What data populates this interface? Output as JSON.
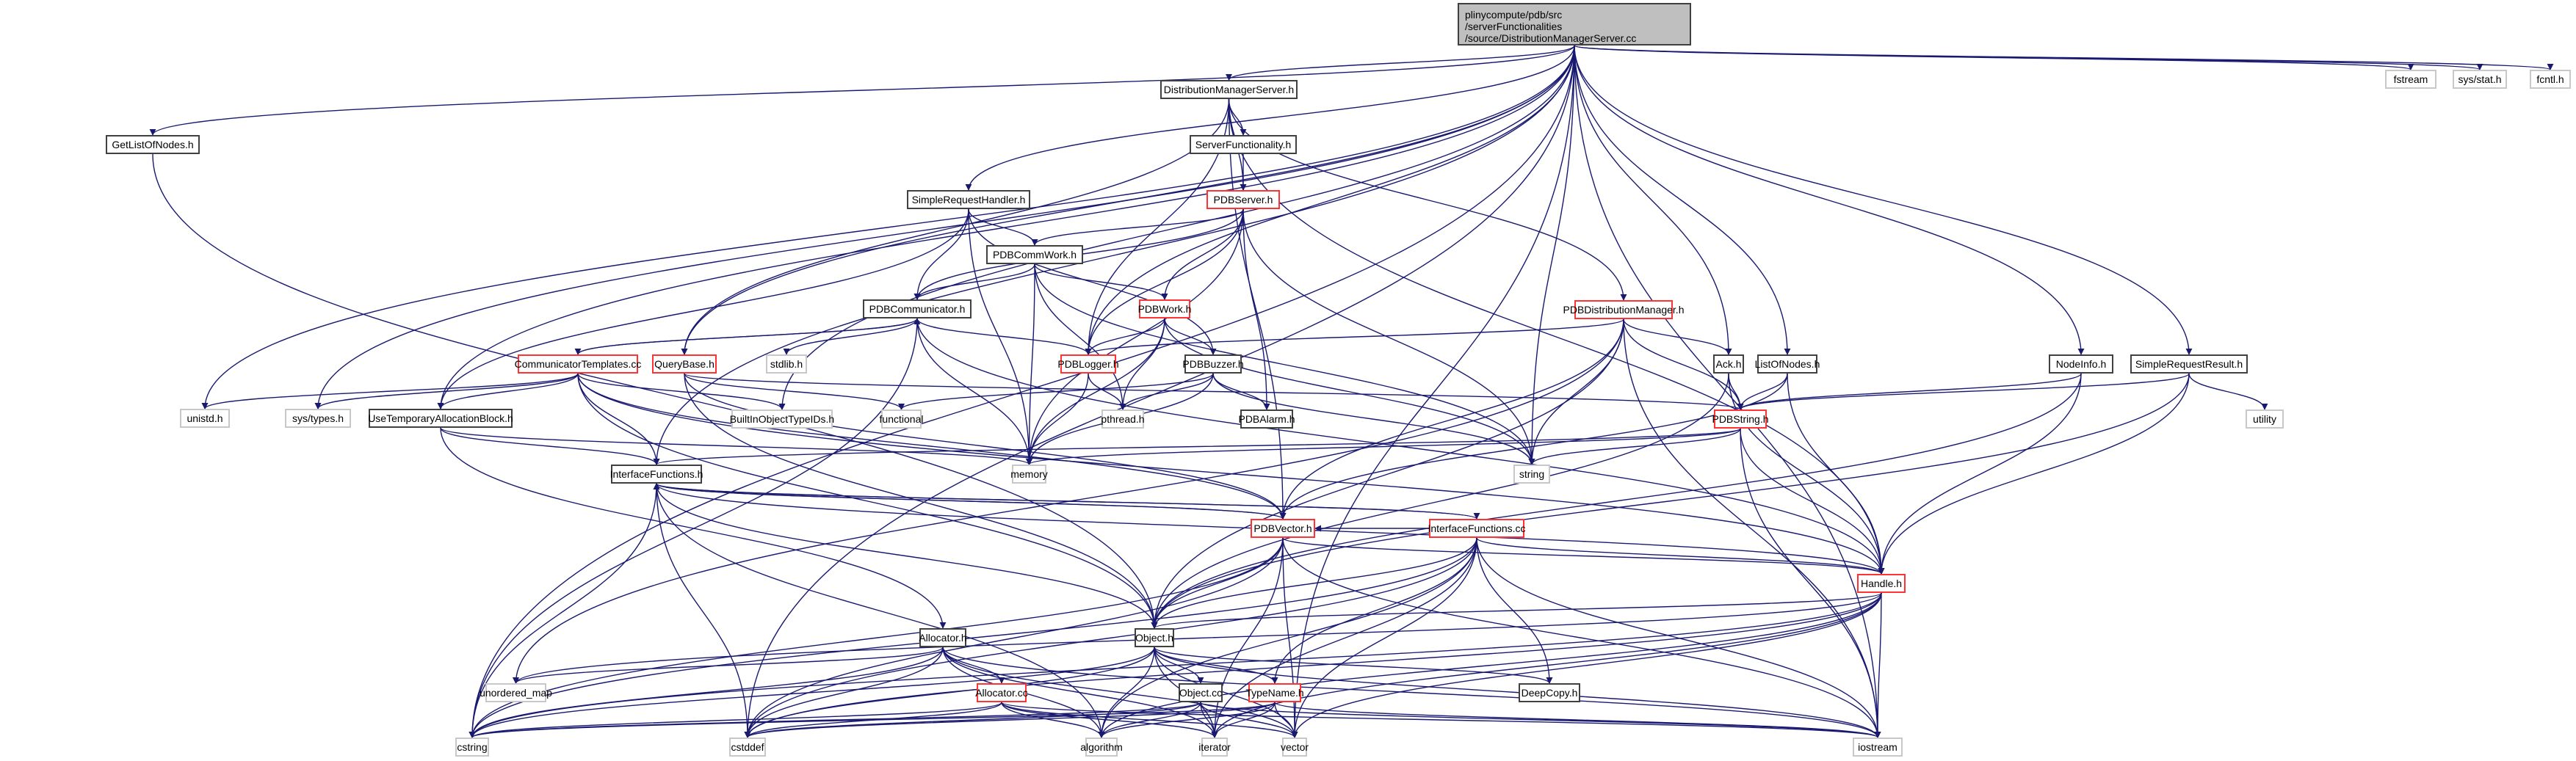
{
  "diagram": {
    "title": "Include dependency graph for DistributionManagerServer.cc",
    "colors": {
      "edge": "#191970",
      "normal_border": "#404040",
      "truncated_border": "#ff3333",
      "external_border": "#c8c8c8",
      "root_fill": "#bfbfbf"
    },
    "nodes": [
      {
        "id": "root",
        "label": "plinycompute/pdb/src\n/serverFunctionalities\n/source/DistributionManagerServer.cc",
        "kind": "root"
      },
      {
        "id": "DistributionManagerServer_h",
        "label": "DistributionManagerServer.h",
        "kind": "normal"
      },
      {
        "id": "ServerFunctionality_h",
        "label": "ServerFunctionality.h",
        "kind": "normal"
      },
      {
        "id": "PDBServer_h",
        "label": "PDBServer.h",
        "kind": "truncated"
      },
      {
        "id": "GetListOfNodes_h",
        "label": "GetListOfNodes.h",
        "kind": "normal"
      },
      {
        "id": "SimpleRequestHandler_h",
        "label": "SimpleRequestHandler.h",
        "kind": "normal"
      },
      {
        "id": "PDBCommWork_h",
        "label": "PDBCommWork.h",
        "kind": "normal"
      },
      {
        "id": "PDBCommunicator_h",
        "label": "PDBCommunicator.h",
        "kind": "normal"
      },
      {
        "id": "PDBWork_h",
        "label": "PDBWork.h",
        "kind": "truncated"
      },
      {
        "id": "PDBDistributionManager_h",
        "label": "PDBDistributionManager.h",
        "kind": "truncated"
      },
      {
        "id": "CommunicatorTemplates_cc",
        "label": "CommunicatorTemplates.cc",
        "kind": "truncated"
      },
      {
        "id": "QueryBase_h",
        "label": "QueryBase.h",
        "kind": "truncated"
      },
      {
        "id": "stdlib_h",
        "label": "stdlib.h",
        "kind": "external"
      },
      {
        "id": "PDBLogger_h",
        "label": "PDBLogger.h",
        "kind": "truncated"
      },
      {
        "id": "PDBBuzzer_h",
        "label": "PDBBuzzer.h",
        "kind": "normal"
      },
      {
        "id": "Ack_h",
        "label": "Ack.h",
        "kind": "normal"
      },
      {
        "id": "ListOfNodes_h",
        "label": "ListOfNodes.h",
        "kind": "normal"
      },
      {
        "id": "NodeInfo_h",
        "label": "NodeInfo.h",
        "kind": "normal"
      },
      {
        "id": "SimpleRequestResult_h",
        "label": "SimpleRequestResult.h",
        "kind": "normal"
      },
      {
        "id": "unistd_h",
        "label": "unistd.h",
        "kind": "external"
      },
      {
        "id": "sys_types_h",
        "label": "sys/types.h",
        "kind": "external"
      },
      {
        "id": "UseTemporaryAllocationBlock_h",
        "label": "UseTemporaryAllocationBlock.h",
        "kind": "normal"
      },
      {
        "id": "BuiltInObjectTypeIDs_h",
        "label": "BuiltInObjectTypeIDs.h",
        "kind": "external"
      },
      {
        "id": "functional",
        "label": "functional",
        "kind": "external"
      },
      {
        "id": "pthread_h",
        "label": "pthread.h",
        "kind": "external"
      },
      {
        "id": "PDBAlarm_h",
        "label": "PDBAlarm.h",
        "kind": "normal"
      },
      {
        "id": "PDBString_h",
        "label": "PDBString.h",
        "kind": "truncated"
      },
      {
        "id": "utility",
        "label": "utility",
        "kind": "external"
      },
      {
        "id": "memory",
        "label": "memory",
        "kind": "external"
      },
      {
        "id": "string",
        "label": "string",
        "kind": "external"
      },
      {
        "id": "InterfaceFunctions_h",
        "label": "InterfaceFunctions.h",
        "kind": "normal"
      },
      {
        "id": "PDBVector_h",
        "label": "PDBVector.h",
        "kind": "truncated"
      },
      {
        "id": "InterfaceFunctions_cc",
        "label": "InterfaceFunctions.cc",
        "kind": "truncated"
      },
      {
        "id": "Handle_h",
        "label": "Handle.h",
        "kind": "truncated"
      },
      {
        "id": "Allocator_h",
        "label": "Allocator.h",
        "kind": "normal"
      },
      {
        "id": "Object_h",
        "label": "Object.h",
        "kind": "normal"
      },
      {
        "id": "DeepCopy_h",
        "label": "DeepCopy.h",
        "kind": "normal"
      },
      {
        "id": "unordered_map",
        "label": "unordered_map",
        "kind": "external"
      },
      {
        "id": "Allocator_cc",
        "label": "Allocator.cc",
        "kind": "truncated"
      },
      {
        "id": "Object_cc",
        "label": "Object.cc",
        "kind": "normal"
      },
      {
        "id": "TypeName_h",
        "label": "TypeName.h",
        "kind": "truncated"
      },
      {
        "id": "cstring",
        "label": "cstring",
        "kind": "external"
      },
      {
        "id": "cstddef",
        "label": "cstddef",
        "kind": "external"
      },
      {
        "id": "algorithm",
        "label": "algorithm",
        "kind": "external"
      },
      {
        "id": "iterator",
        "label": "iterator",
        "kind": "external"
      },
      {
        "id": "vector",
        "label": "vector",
        "kind": "external"
      },
      {
        "id": "iostream",
        "label": "iostream",
        "kind": "external"
      },
      {
        "id": "fstream",
        "label": "fstream",
        "kind": "external"
      },
      {
        "id": "sys_stat_h",
        "label": "sys/stat.h",
        "kind": "external"
      },
      {
        "id": "fcntl_h",
        "label": "fcntl.h",
        "kind": "external"
      }
    ],
    "edges": [
      [
        "root",
        "DistributionManagerServer_h"
      ],
      [
        "root",
        "GetListOfNodes_h"
      ],
      [
        "root",
        "SimpleRequestHandler_h"
      ],
      [
        "root",
        "PDBLogger_h"
      ],
      [
        "root",
        "QueryBase_h"
      ],
      [
        "root",
        "Ack_h"
      ],
      [
        "root",
        "ListOfNodes_h"
      ],
      [
        "root",
        "NodeInfo_h"
      ],
      [
        "root",
        "SimpleRequestResult_h"
      ],
      [
        "root",
        "unistd_h"
      ],
      [
        "root",
        "sys_types_h"
      ],
      [
        "root",
        "UseTemporaryAllocationBlock_h"
      ],
      [
        "root",
        "BuiltInObjectTypeIDs_h"
      ],
      [
        "root",
        "InterfaceFunctions_h"
      ],
      [
        "root",
        "string"
      ],
      [
        "root",
        "cstring"
      ],
      [
        "root",
        "cstddef"
      ],
      [
        "root",
        "iostream"
      ],
      [
        "root",
        "vector"
      ],
      [
        "root",
        "fstream"
      ],
      [
        "root",
        "sys_stat_h"
      ],
      [
        "root",
        "fcntl_h"
      ],
      [
        "DistributionManagerServer_h",
        "ServerFunctionality_h"
      ],
      [
        "DistributionManagerServer_h",
        "PDBServer_h"
      ],
      [
        "DistributionManagerServer_h",
        "PDBDistributionManager_h"
      ],
      [
        "DistributionManagerServer_h",
        "PDBLogger_h"
      ],
      [
        "DistributionManagerServer_h",
        "QueryBase_h"
      ],
      [
        "DistributionManagerServer_h",
        "Handle_h"
      ],
      [
        "DistributionManagerServer_h",
        "PDBVector_h"
      ],
      [
        "ServerFunctionality_h",
        "PDBServer_h"
      ],
      [
        "PDBServer_h",
        "PDBCommWork_h"
      ],
      [
        "PDBServer_h",
        "PDBCommunicator_h"
      ],
      [
        "PDBServer_h",
        "PDBWork_h"
      ],
      [
        "PDBServer_h",
        "PDBLogger_h"
      ],
      [
        "PDBServer_h",
        "PDBAlarm_h"
      ],
      [
        "PDBServer_h",
        "string"
      ],
      [
        "PDBServer_h",
        "memory"
      ],
      [
        "GetListOfNodes_h",
        "Object_h"
      ],
      [
        "SimpleRequestHandler_h",
        "PDBCommWork_h"
      ],
      [
        "SimpleRequestHandler_h",
        "PDBCommunicator_h"
      ],
      [
        "SimpleRequestHandler_h",
        "UseTemporaryAllocationBlock_h"
      ],
      [
        "SimpleRequestHandler_h",
        "PDBBuzzer_h"
      ],
      [
        "SimpleRequestHandler_h",
        "memory"
      ],
      [
        "PDBCommWork_h",
        "PDBCommunicator_h"
      ],
      [
        "PDBCommWork_h",
        "PDBWork_h"
      ],
      [
        "PDBCommWork_h",
        "memory"
      ],
      [
        "PDBCommWork_h",
        "string"
      ],
      [
        "PDBCommWork_h",
        "pthread_h"
      ],
      [
        "PDBCommunicator_h",
        "CommunicatorTemplates_cc"
      ],
      [
        "PDBCommunicator_h",
        "stdlib_h"
      ],
      [
        "PDBCommunicator_h",
        "PDBLogger_h"
      ],
      [
        "PDBCommunicator_h",
        "memory"
      ],
      [
        "PDBCommunicator_h",
        "Handle_h"
      ],
      [
        "PDBCommunicator_h",
        "cstring"
      ],
      [
        "PDBWork_h",
        "PDBLogger_h"
      ],
      [
        "PDBWork_h",
        "PDBBuzzer_h"
      ],
      [
        "PDBWork_h",
        "pthread_h"
      ],
      [
        "PDBWork_h",
        "memory"
      ],
      [
        "PDBWork_h",
        "string"
      ],
      [
        "PDBDistributionManager_h",
        "Ack_h"
      ],
      [
        "PDBDistributionManager_h",
        "PDBString_h"
      ],
      [
        "PDBDistributionManager_h",
        "PDBLogger_h"
      ],
      [
        "PDBDistributionManager_h",
        "string"
      ],
      [
        "PDBDistributionManager_h",
        "Object_h"
      ],
      [
        "PDBDistributionManager_h",
        "PDBVector_h"
      ],
      [
        "PDBDistributionManager_h",
        "iostream"
      ],
      [
        "PDBDistributionManager_h",
        "unordered_map"
      ],
      [
        "CommunicatorTemplates_cc",
        "PDBCommunicator_h"
      ],
      [
        "CommunicatorTemplates_cc",
        "unistd_h"
      ],
      [
        "CommunicatorTemplates_cc",
        "sys_types_h"
      ],
      [
        "CommunicatorTemplates_cc",
        "UseTemporaryAllocationBlock_h"
      ],
      [
        "CommunicatorTemplates_cc",
        "BuiltInObjectTypeIDs_h"
      ],
      [
        "CommunicatorTemplates_cc",
        "InterfaceFunctions_h"
      ],
      [
        "CommunicatorTemplates_cc",
        "Handle_h"
      ],
      [
        "CommunicatorTemplates_cc",
        "Object_h"
      ],
      [
        "CommunicatorTemplates_cc",
        "PDBVector_h"
      ],
      [
        "QueryBase_h",
        "PDBString_h"
      ],
      [
        "QueryBase_h",
        "functional"
      ],
      [
        "QueryBase_h",
        "Object_h"
      ],
      [
        "QueryBase_h",
        "PDBVector_h"
      ],
      [
        "PDBLogger_h",
        "pthread_h"
      ],
      [
        "PDBLogger_h",
        "memory"
      ],
      [
        "PDBBuzzer_h",
        "PDBAlarm_h"
      ],
      [
        "PDBBuzzer_h",
        "pthread_h"
      ],
      [
        "PDBBuzzer_h",
        "memory"
      ],
      [
        "PDBBuzzer_h",
        "string"
      ],
      [
        "PDBBuzzer_h",
        "functional"
      ],
      [
        "Ack_h",
        "PDBString_h"
      ],
      [
        "Ack_h",
        "Handle_h"
      ],
      [
        "Ack_h",
        "Object_h"
      ],
      [
        "ListOfNodes_h",
        "PDBString_h"
      ],
      [
        "ListOfNodes_h",
        "Handle_h"
      ],
      [
        "ListOfNodes_h",
        "PDBVector_h"
      ],
      [
        "NodeInfo_h",
        "PDBString_h"
      ],
      [
        "NodeInfo_h",
        "Handle_h"
      ],
      [
        "NodeInfo_h",
        "Object_h"
      ],
      [
        "SimpleRequestResult_h",
        "PDBString_h"
      ],
      [
        "SimpleRequestResult_h",
        "utility"
      ],
      [
        "SimpleRequestResult_h",
        "Handle_h"
      ],
      [
        "SimpleRequestResult_h",
        "Object_h"
      ],
      [
        "UseTemporaryAllocationBlock_h",
        "InterfaceFunctions_h"
      ],
      [
        "UseTemporaryAllocationBlock_h",
        "Allocator_h"
      ],
      [
        "UseTemporaryAllocationBlock_h",
        "memory"
      ],
      [
        "PDBString_h",
        "Handle_h"
      ],
      [
        "PDBString_h",
        "string"
      ],
      [
        "PDBString_h",
        "memory"
      ],
      [
        "PDBString_h",
        "iostream"
      ],
      [
        "PDBString_h",
        "InterfaceFunctions_h"
      ],
      [
        "InterfaceFunctions_h",
        "InterfaceFunctions_cc"
      ],
      [
        "InterfaceFunctions_h",
        "Object_h"
      ],
      [
        "InterfaceFunctions_h",
        "PDBVector_h"
      ],
      [
        "InterfaceFunctions_h",
        "cstring"
      ],
      [
        "InterfaceFunctions_h",
        "cstddef"
      ],
      [
        "InterfaceFunctions_h",
        "algorithm"
      ],
      [
        "PDBVector_h",
        "Handle_h"
      ],
      [
        "PDBVector_h",
        "Object_h"
      ],
      [
        "PDBVector_h",
        "InterfaceFunctions_h"
      ],
      [
        "PDBVector_h",
        "cstddef"
      ],
      [
        "PDBVector_h",
        "iterator"
      ],
      [
        "PDBVector_h",
        "cstring"
      ],
      [
        "PDBVector_h",
        "iostream"
      ],
      [
        "PDBVector_h",
        "vector"
      ],
      [
        "InterfaceFunctions_cc",
        "Handle_h"
      ],
      [
        "InterfaceFunctions_cc",
        "Object_h"
      ],
      [
        "InterfaceFunctions_cc",
        "DeepCopy_h"
      ],
      [
        "InterfaceFunctions_cc",
        "TypeName_h"
      ],
      [
        "InterfaceFunctions_cc",
        "InterfaceFunctions_h"
      ],
      [
        "InterfaceFunctions_cc",
        "PDBVector_h"
      ],
      [
        "InterfaceFunctions_cc",
        "cstddef"
      ],
      [
        "InterfaceFunctions_cc",
        "iostream"
      ],
      [
        "InterfaceFunctions_cc",
        "vector"
      ],
      [
        "InterfaceFunctions_cc",
        "iterator"
      ],
      [
        "InterfaceFunctions_cc",
        "algorithm"
      ],
      [
        "InterfaceFunctions_cc",
        "cstring"
      ],
      [
        "Handle_h",
        "Object_h"
      ],
      [
        "Handle_h",
        "InterfaceFunctions_h"
      ],
      [
        "Handle_h",
        "iostream"
      ],
      [
        "Handle_h",
        "cstddef"
      ],
      [
        "Handle_h",
        "iterator"
      ],
      [
        "Handle_h",
        "vector"
      ],
      [
        "Handle_h",
        "cstring"
      ],
      [
        "Handle_h",
        "unordered_map"
      ],
      [
        "Handle_h",
        "algorithm"
      ],
      [
        "Allocator_h",
        "Allocator_cc"
      ],
      [
        "Allocator_h",
        "cstring"
      ],
      [
        "Allocator_h",
        "cstddef"
      ],
      [
        "Allocator_h",
        "iostream"
      ],
      [
        "Allocator_h",
        "vector"
      ],
      [
        "Allocator_h",
        "algorithm"
      ],
      [
        "Allocator_h",
        "iterator"
      ],
      [
        "Allocator_h",
        "unordered_map"
      ],
      [
        "Object_h",
        "Object_cc"
      ],
      [
        "Object_h",
        "TypeName_h"
      ],
      [
        "Object_h",
        "DeepCopy_h"
      ],
      [
        "Object_h",
        "cstddef"
      ],
      [
        "Object_h",
        "iterator"
      ],
      [
        "Object_h",
        "vector"
      ],
      [
        "Object_h",
        "algorithm"
      ],
      [
        "Object_h",
        "iostream"
      ],
      [
        "Object_h",
        "cstring"
      ],
      [
        "Allocator_cc",
        "cstring"
      ],
      [
        "Allocator_cc",
        "cstddef"
      ],
      [
        "Allocator_cc",
        "iostream"
      ],
      [
        "Allocator_cc",
        "vector"
      ],
      [
        "Allocator_cc",
        "algorithm"
      ],
      [
        "Allocator_cc",
        "iterator"
      ],
      [
        "Object_cc",
        "cstring"
      ],
      [
        "Object_cc",
        "cstddef"
      ],
      [
        "Object_cc",
        "iostream"
      ],
      [
        "Object_cc",
        "iterator"
      ],
      [
        "Object_cc",
        "algorithm"
      ],
      [
        "Object_cc",
        "vector"
      ],
      [
        "TypeName_h",
        "cstring"
      ],
      [
        "TypeName_h",
        "cstddef"
      ],
      [
        "TypeName_h",
        "iostream"
      ],
      [
        "TypeName_h",
        "vector"
      ],
      [
        "TypeName_h",
        "iterator"
      ],
      [
        "TypeName_h",
        "algorithm"
      ]
    ]
  }
}
